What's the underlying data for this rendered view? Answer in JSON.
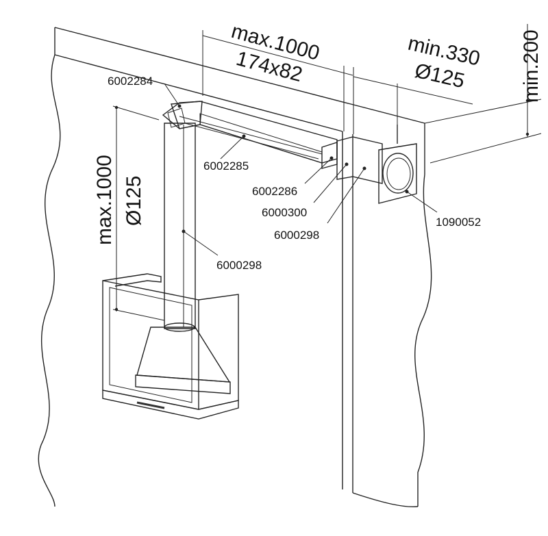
{
  "dimensions": {
    "horizontal_length": "max.1000",
    "horizontal_section": "174x82",
    "wall_depth": "min.330",
    "wall_diameter": "Ø125",
    "vertical_length": "max.1000",
    "vertical_diameter": "Ø125",
    "height_clearance": "min.200"
  },
  "parts": {
    "bend_top": "6002284",
    "horizontal_duct": "6002285",
    "adapter": "6002286",
    "wall_sleeve": "6000300",
    "round_pipe_wall": "6000298",
    "round_pipe_vertical": "6000298",
    "wall_grille": "1090052"
  },
  "colors": {
    "line": "#222222",
    "duct_fill": "#ececec",
    "duct_shade": "#d2d2d2",
    "hood_glass": "#e4e4e4",
    "hood_metal": "#bdbdbd"
  }
}
